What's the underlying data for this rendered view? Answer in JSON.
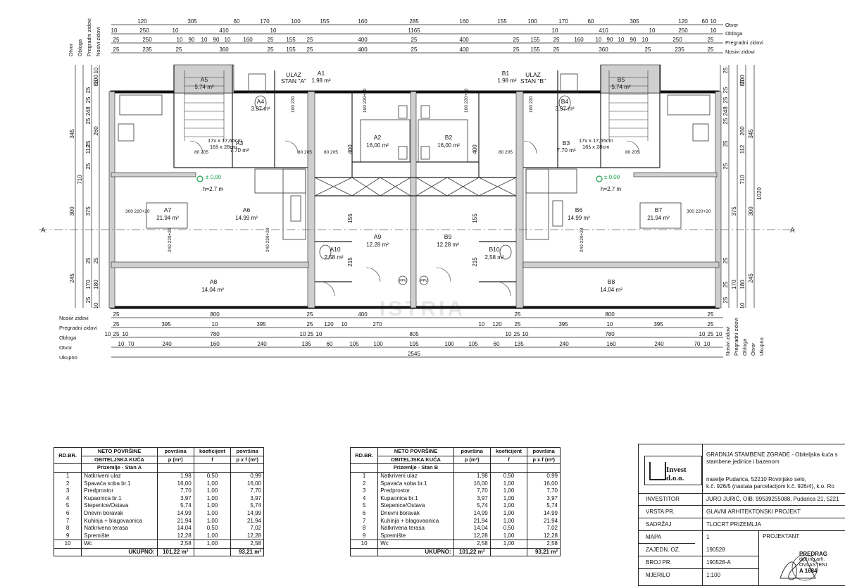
{
  "plan": {
    "dimensions": {
      "top_row1": [
        "120",
        "305",
        "60",
        "170",
        "100",
        "155",
        "160",
        "285",
        "160",
        "155",
        "100",
        "170",
        "60",
        "305",
        "120",
        "60",
        "10"
      ],
      "top_row2": [
        "10",
        "250",
        "10",
        "410",
        "10",
        "1165",
        "10",
        "410",
        "10",
        "250",
        "10"
      ],
      "top_row3": [
        "25",
        "250",
        "10",
        "90",
        "10",
        "90",
        "10",
        "160",
        "25",
        "155",
        "25",
        "400",
        "25",
        "400",
        "25",
        "155",
        "25",
        "160",
        "10",
        "90",
        "10",
        "90",
        "10",
        "250",
        "25"
      ],
      "top_row4": [
        "25",
        "235",
        "25",
        "360",
        "25",
        "155",
        "25",
        "400",
        "25",
        "400",
        "25",
        "155",
        "25",
        "360",
        "25",
        "235",
        "25"
      ],
      "right_labels": [
        "Otvor",
        "Obloga",
        "Pregradni zidovi",
        "Nosivi zidovi"
      ],
      "left_vertical_labels": [
        "Otvor",
        "Obloga",
        "Pregradni zidovi",
        "Nosivi zidovi"
      ],
      "left_row1": [
        "10",
        "100",
        "25",
        "85",
        "25",
        "248",
        "25",
        "260",
        "25",
        "112",
        "25",
        "375",
        "25",
        "170",
        "25",
        "180",
        "25",
        "10"
      ],
      "left_row2": [
        "345",
        "710",
        "300",
        "245"
      ],
      "right_row1": [
        "25",
        "100",
        "25",
        "85",
        "25",
        "248",
        "25",
        "260",
        "25",
        "112",
        "25",
        "375",
        "25",
        "170",
        "25",
        "180",
        "25",
        "10"
      ],
      "right_row2": [
        "345",
        "710",
        "300",
        "245",
        "1020"
      ],
      "bottom_labels": [
        "Nosivi zidovi",
        "Pregradni zidovi",
        "Obloga",
        "Otvor",
        "Ukupno"
      ],
      "bottom_right_vertical_labels": [
        "Nosivi zidovi",
        "Pregradni zidovi",
        "Obloga",
        "Otvor",
        "Ukupno"
      ],
      "bottom_row1": [
        "25",
        "800",
        "25",
        "400",
        "25",
        "800",
        "25"
      ],
      "bottom_row2": [
        "25",
        "395",
        "10",
        "395",
        "25",
        "120",
        "10",
        "270",
        "10",
        "120",
        "25",
        "395",
        "10",
        "395",
        "25"
      ],
      "bottom_row3": [
        "10",
        "25",
        "10",
        "780",
        "10",
        "25",
        "10",
        "805",
        "10",
        "25",
        "10",
        "780",
        "10",
        "25",
        "10"
      ],
      "bottom_row4": [
        "10",
        "70",
        "240",
        "160",
        "240",
        "135",
        "60",
        "105",
        "100",
        "195",
        "100",
        "105",
        "60",
        "135",
        "240",
        "160",
        "240",
        "70",
        "10"
      ],
      "bottom_total": "2545"
    },
    "rooms_a": [
      {
        "id": "A5",
        "area": "5.74 m²"
      },
      {
        "id": "A1",
        "area": "1.98 m²"
      },
      {
        "id": "A4",
        "area": "3.97 m²"
      },
      {
        "id": "A3",
        "area": "7.70 m²"
      },
      {
        "id": "A2",
        "area": "16,00 m²"
      },
      {
        "id": "A7",
        "area": "21.94 m²"
      },
      {
        "id": "A6",
        "area": "14.99 m²"
      },
      {
        "id": "A9",
        "area": "12.28 m²"
      },
      {
        "id": "A10",
        "area": "2,58 m²"
      },
      {
        "id": "A8",
        "area": "14.04 m²"
      }
    ],
    "rooms_b": [
      {
        "id": "B1",
        "area": "1.98 m²"
      },
      {
        "id": "B5",
        "area": "5.74 m²"
      },
      {
        "id": "B4",
        "area": "3.97 m²"
      },
      {
        "id": "B3",
        "area": "7.70 m²"
      },
      {
        "id": "B2",
        "area": "16,00 m²"
      },
      {
        "id": "B6",
        "area": "14.99 m²"
      },
      {
        "id": "B7",
        "area": "21.94 m²"
      },
      {
        "id": "B9",
        "area": "12.28 m²"
      },
      {
        "id": "B10",
        "area": "2,58 m²"
      },
      {
        "id": "B8",
        "area": "14.04 m²"
      }
    ],
    "entrance_a": [
      "ULAZ",
      "STAN \"A\""
    ],
    "entrance_b": [
      "ULAZ",
      "STAN \"B\""
    ],
    "stair_a": [
      "17v x 17,65cm",
      "16š x 28cm"
    ],
    "stair_b": [
      "17v x 17,65cm",
      "16š x 28cm"
    ],
    "level": "± 0,00",
    "height": "h=2.7 m",
    "opening_labels": [
      "100 220",
      "80 205",
      "80 205",
      "300 220+20",
      "240 220+20",
      "240 220+20",
      "100 220+20",
      "80 205",
      "80 205",
      "100 220",
      "300 220+20",
      "240 220+20",
      "100 220+20",
      "80 205"
    ],
    "small_dims": [
      "400",
      "155",
      "215",
      "400",
      "155",
      "215"
    ],
    "pv_labels": [
      "PPV",
      "PPV"
    ],
    "section_mark": "A",
    "watermark": "ISTRIA"
  },
  "table_a": {
    "headers": {
      "rd": "RD.BR.",
      "name1": "NETO POVRŠINE",
      "name2": "OBITELJSKA KUĆA",
      "povrsina": "površina",
      "koef": "koeficijent",
      "povrsina2": "površina",
      "p_unit": "p (m²)",
      "f": "f",
      "pxf": "p x f (m²)"
    },
    "section": "Prizemlje - Stan A",
    "rows": [
      [
        "1",
        "Natkriveni ulaz",
        "1,98",
        "0,50",
        "0,99"
      ],
      [
        "2",
        "Spavaća soba br.1",
        "16,00",
        "1,00",
        "16,00"
      ],
      [
        "3",
        "Predprostor",
        "7,70",
        "1,00",
        "7,70"
      ],
      [
        "4",
        "Kupaonica br.1",
        "3,97",
        "1,00",
        "3,97"
      ],
      [
        "5",
        "Stepenice/Ostava",
        "5,74",
        "1,00",
        "5,74"
      ],
      [
        "6",
        "Dnevni boravak",
        "14,99",
        "1,00",
        "14,99"
      ],
      [
        "7",
        "Kuhinja + blagovaonica",
        "21,94",
        "1,00",
        "21,94"
      ],
      [
        "8",
        "Natkrivena terasa",
        "14,04",
        "0,50",
        "7,02"
      ],
      [
        "9",
        "Spremište",
        "12,28",
        "1,00",
        "12,28"
      ],
      [
        "10",
        "Wc",
        "2,58",
        "1,00",
        "2,58"
      ]
    ],
    "total_label": "UKUPNO:",
    "total_p": "101,22",
    "total_p_unit": "m²",
    "total_pxf": "93,21",
    "total_pxf_unit": "m²"
  },
  "table_b": {
    "headers": {
      "rd": "RD.BR.",
      "name1": "NETO POVRŠINE",
      "name2": "OBITELJSKA KUĆA",
      "povrsina": "površina",
      "koef": "koeficijent",
      "povrsina2": "površina",
      "p_unit": "p (m²)",
      "f": "f",
      "pxf": "p x f (m²)"
    },
    "section": "Prizemlje - Stan B",
    "rows": [
      [
        "1",
        "Natkriveni ulaz",
        "1,98",
        "0,50",
        "0,99"
      ],
      [
        "2",
        "Spavaća soba br.1",
        "16,00",
        "1,00",
        "16,00"
      ],
      [
        "3",
        "Predprostor",
        "7,70",
        "1,00",
        "7,70"
      ],
      [
        "4",
        "Kupaonica br.1",
        "3,97",
        "1,00",
        "3,97"
      ],
      [
        "5",
        "Stepenice/Ostava",
        "5,74",
        "1,00",
        "5,74"
      ],
      [
        "6",
        "Dnevni boravak",
        "14,99",
        "1,00",
        "14,99"
      ],
      [
        "7",
        "Kuhinja + blagovaonica",
        "21,94",
        "1,00",
        "21,94"
      ],
      [
        "8",
        "Natkrivena terasa",
        "14,04",
        "0,50",
        "7,02"
      ],
      [
        "9",
        "Spremište",
        "12,28",
        "1,00",
        "12,28"
      ],
      [
        "10",
        "Wc",
        "2,58",
        "1,00",
        "2,58"
      ]
    ],
    "total_label": "UKUPNO:",
    "total_p": "101,22",
    "total_p_unit": "m²",
    "total_pxf": "93,21",
    "total_pxf_unit": "m²"
  },
  "title_block": {
    "logo_text": "Invest d.o.o.",
    "project_title": "GRADNJA STAMBENE ZGRADE - Obiteljska kuća s",
    "project_title2": "stambene jedinice i bazenom",
    "location1": "naselje Pudarica,  52210 Rovinjsko selo,",
    "location2": "k.č. 926/5 (nastala parcelacijom k.č. 926/4), k.o. Ro",
    "rows": [
      {
        "k": "INVESTITOR",
        "v": "JURO JURIĆ, OIB: 99539255088, Pudarica 21, 5221"
      },
      {
        "k": "VRSTA PR.",
        "v": "GLAVNI ARHITEKTONSKI PROJEKT"
      },
      {
        "k": "SADRŽAJ",
        "v": "TLOCRT PRIZEMLJA"
      },
      {
        "k": "MAPA",
        "v": "1"
      },
      {
        "k": "ZAJEDN. OZ.",
        "v": "190528"
      },
      {
        "k": "BROJ PR.",
        "v": "190528-A"
      },
      {
        "k": "MJERILO",
        "v": "1:100"
      }
    ],
    "projektant": "PROJEKTANT",
    "stamp_name": "PREDRAG",
    "stamp_line2": "dipl.ing.arh.",
    "stamp_line3": "OVLAŠTENI",
    "stamp_line4": "A 1684"
  }
}
